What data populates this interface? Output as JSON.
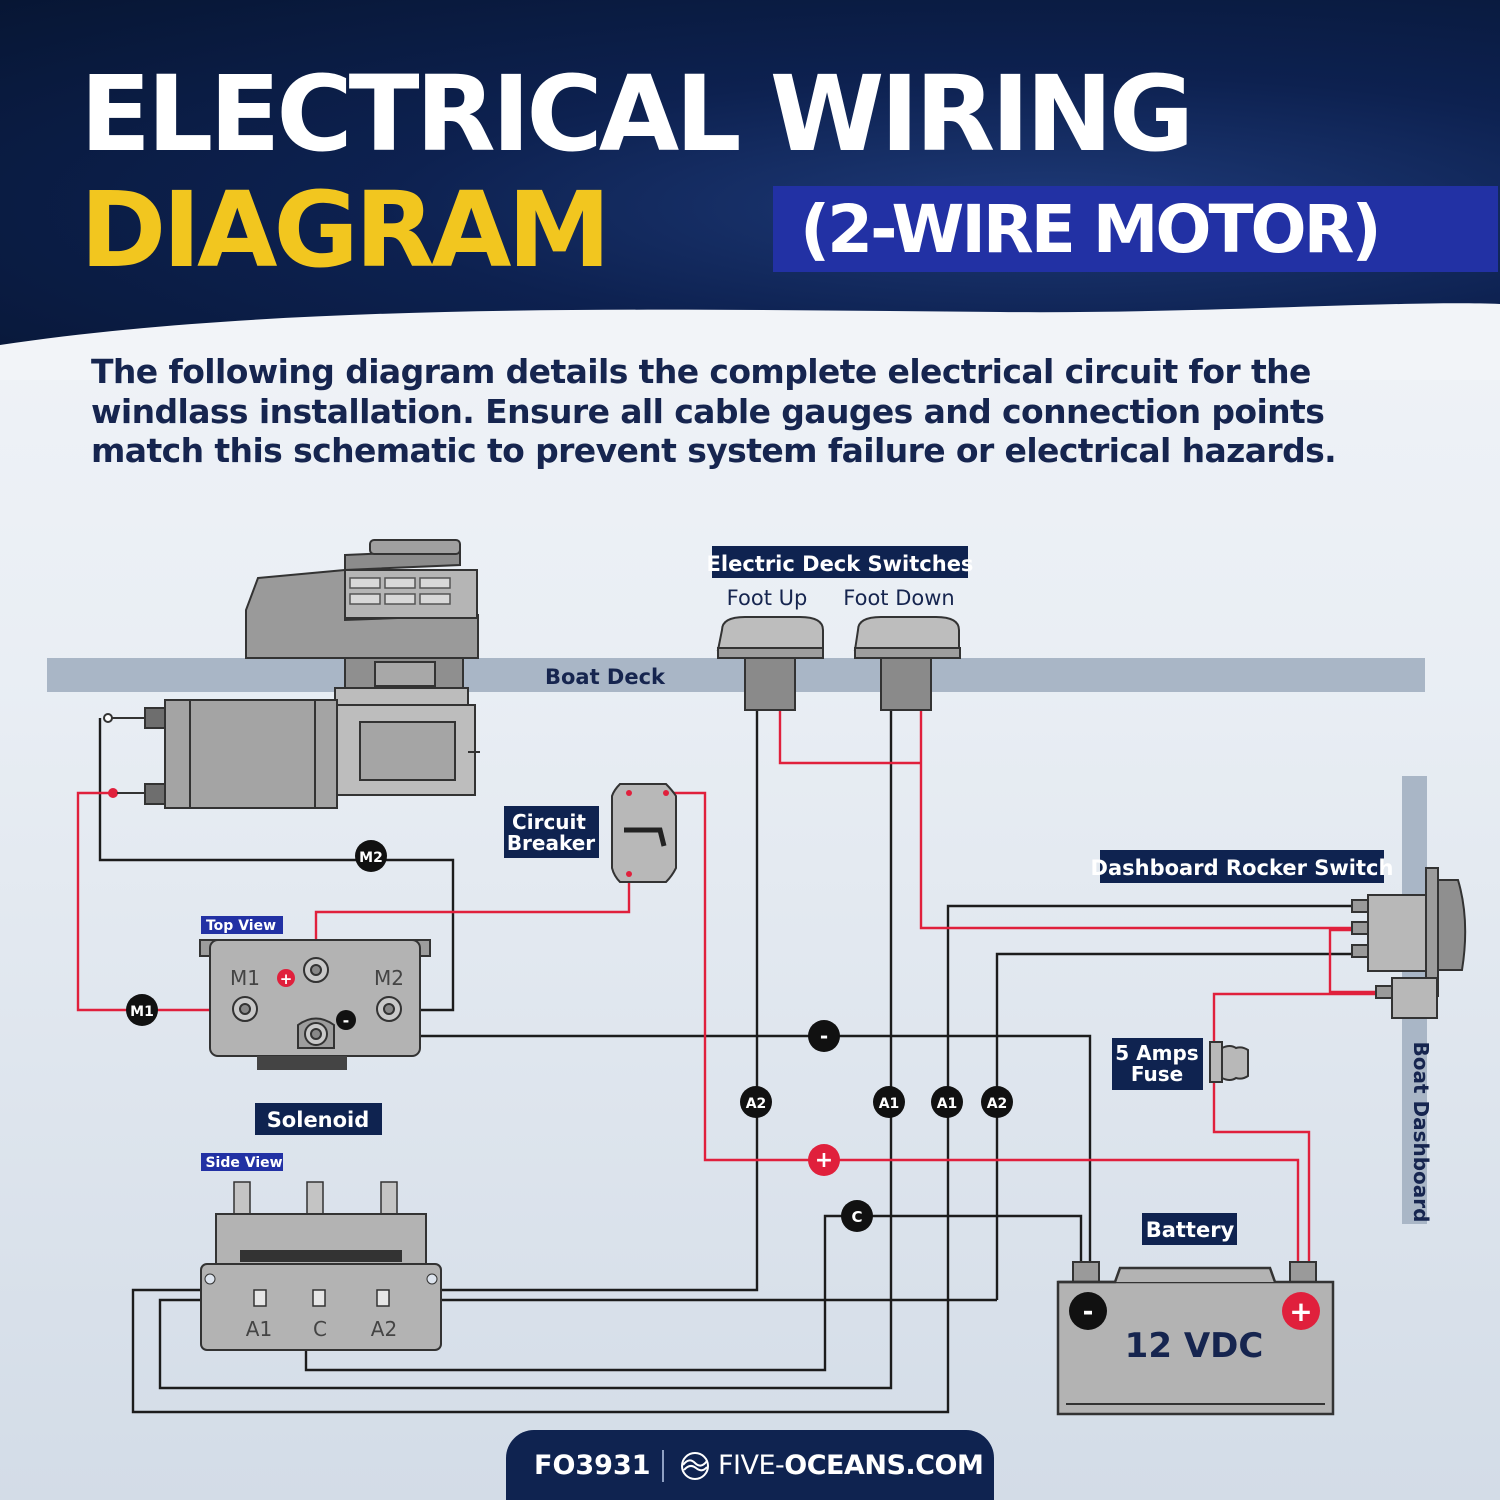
{
  "header": {
    "title_line1": "ELECTRICAL WIRING",
    "title_line2": "DIAGRAM",
    "subtitle": "(2-WIRE MOTOR)"
  },
  "intro": "The following diagram details the complete electrical circuit for the windlass installation. Ensure all cable gauges and connection points match this schematic to prevent system failure or electrical hazards.",
  "labels": {
    "boat_deck": "Boat Deck",
    "deck_switches": "Electric Deck Switches",
    "foot_up": "Foot Up",
    "foot_down": "Foot Down",
    "circuit_breaker_l1": "Circuit",
    "circuit_breaker_l2": "Breaker",
    "rocker_switch": "Dashboard Rocker Switch",
    "boat_dashboard": "Boat Dashboard",
    "fuse_l1": "5 Amps",
    "fuse_l2": "Fuse",
    "battery": "Battery",
    "battery_voltage": "12 VDC",
    "solenoid": "Solenoid",
    "top_view": "Top View",
    "side_view": "Side View",
    "sol_m1": "M1",
    "sol_m2": "M2",
    "sol_a1": "A1",
    "sol_c": "C",
    "sol_a2": "A2"
  },
  "markers": {
    "m1": "M1",
    "m2": "M2",
    "a1": "A1",
    "a2": "A2",
    "c": "C",
    "minus": "-",
    "plus": "+"
  },
  "footer": {
    "code": "FO3931",
    "site_prefix": "FIVE-",
    "site_bold": "OCEANS.COM"
  },
  "colors": {
    "navy": "#0f2350",
    "accent_blue": "#2231a4",
    "yellow": "#f2c61f",
    "wire_red": "#e0203c",
    "wire_black": "#1c1c1c",
    "deck": "#a9b6c6"
  }
}
